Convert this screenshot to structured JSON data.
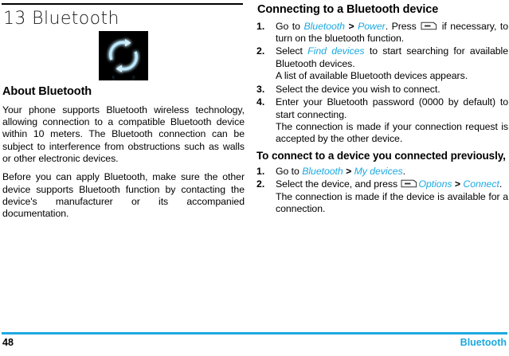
{
  "colors": {
    "accent": "#1CA9E0",
    "text": "#000000",
    "rule": "#000000",
    "icon_background": "#000000",
    "icon_glow": "#4FC6F7"
  },
  "left_column": {
    "chapter_title": "13 Bluetooth",
    "icon_name": "sync-arrows-icon",
    "section_heading": "About Bluetooth",
    "paragraphs": [
      "Your phone supports Bluetooth wireless technology, allowing connection to a compatible Bluetooth device within 10 meters. The Bluetooth connection can be subject to interference from obstructions such as walls or other electronic devices.",
      "Before you can apply Bluetooth, make sure the other device supports Bluetooth function by contacting the device's manufacturer or its accompanied documentation."
    ]
  },
  "right_column": {
    "section_heading": "Connecting to a Bluetooth device",
    "steps": [
      {
        "marker": "1.",
        "parts": [
          {
            "type": "text",
            "value": "Go to "
          },
          {
            "type": "ui",
            "value": "Bluetooth"
          },
          {
            "type": "gt",
            "value": " > "
          },
          {
            "type": "ui",
            "value": "Power"
          },
          {
            "type": "text",
            "value": ". Press "
          },
          {
            "type": "softkey",
            "value": "left-softkey-icon"
          },
          {
            "type": "text",
            "value": " if necessary, to turn on the bluetooth function."
          }
        ]
      },
      {
        "marker": "2.",
        "parts": [
          {
            "type": "text",
            "value": "Select "
          },
          {
            "type": "ui",
            "value": "Find devices"
          },
          {
            "type": "text",
            "value": " to start searching for available Bluetooth devices."
          }
        ],
        "note": "A list of available Bluetooth devices appears."
      },
      {
        "marker": "3.",
        "parts": [
          {
            "type": "text",
            "value": "Select the device you wish to connect."
          }
        ]
      },
      {
        "marker": "4.",
        "parts": [
          {
            "type": "text",
            "value": "Enter your Bluetooth password (0000 by default) to start connecting."
          }
        ],
        "note": "The connection is made if your connection request is accepted by the other device."
      }
    ],
    "sub_heading": "To connect to a device you connected previously,",
    "steps2": [
      {
        "marker": "1.",
        "parts": [
          {
            "type": "text",
            "value": "Go to "
          },
          {
            "type": "ui",
            "value": "Bluetooth"
          },
          {
            "type": "gt",
            "value": "  > "
          },
          {
            "type": "ui",
            "value": "My devices"
          },
          {
            "type": "text",
            "value": "."
          }
        ]
      },
      {
        "marker": "2.",
        "parts": [
          {
            "type": "text",
            "value": "Select the device, and press "
          },
          {
            "type": "softkey",
            "value": "left-softkey-icon"
          },
          {
            "type": "ui",
            "value": "Options"
          },
          {
            "type": "gt",
            "value": "  >  "
          },
          {
            "type": "ui",
            "value": "Connect"
          },
          {
            "type": "text",
            "value": "."
          }
        ],
        "note": "The connection is made if the device is available for a connection."
      }
    ]
  },
  "footer": {
    "page_number": "48",
    "chapter_name": "Bluetooth"
  }
}
